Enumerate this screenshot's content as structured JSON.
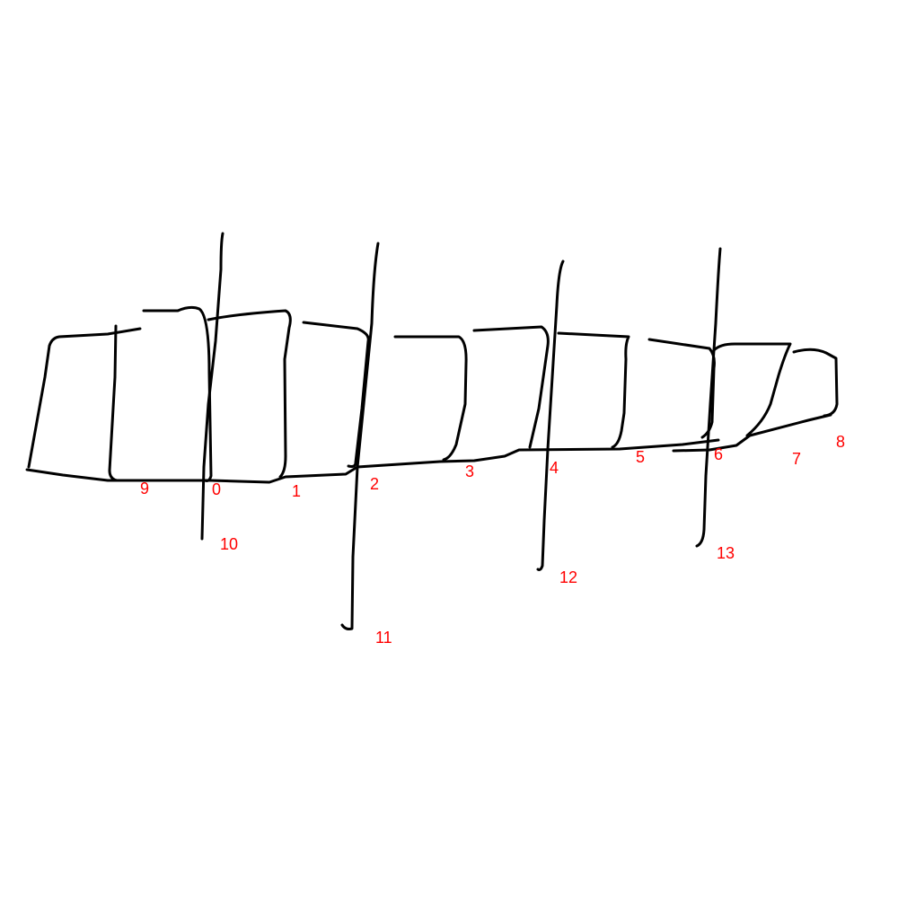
{
  "colors": {
    "background": "#ffffff",
    "stroke": "#000000",
    "label": "#ff0000"
  },
  "labels": {
    "l0": "0",
    "l1": "1",
    "l2": "2",
    "l3": "3",
    "l4": "4",
    "l5": "5",
    "l6": "6",
    "l7": "7",
    "l8": "8",
    "l9": "9",
    "l10": "10",
    "l11": "11",
    "l12": "12",
    "l13": "13"
  }
}
